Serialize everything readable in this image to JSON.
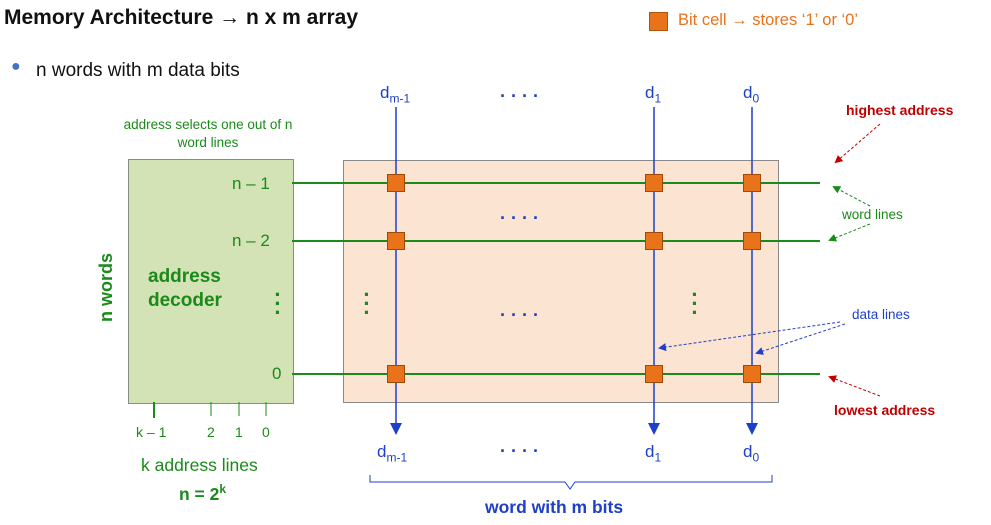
{
  "title": "Memory Architecture → n x m array",
  "legend": {
    "text": "Bit cell → stores ‘1’ or ‘0’",
    "color": "#e8731a"
  },
  "bullet": "n words with m data bits",
  "decoder": {
    "note": "address selects one out of n word lines",
    "label": "address decoder",
    "side_label": "n words",
    "rows": [
      "n – 1",
      "n – 2",
      "0"
    ],
    "address_bits": [
      "k – 1",
      "2",
      "1",
      "0"
    ],
    "address_lines_label": "k address lines",
    "n_equation_base": "n = 2",
    "n_equation_exp": "k"
  },
  "data_labels": {
    "top": {
      "dm_main": "d",
      "dm_sub": "m-1",
      "d1_main": "d",
      "d1_sub": "1",
      "d0_main": "d",
      "d0_sub": "0"
    },
    "bottom": {
      "dm_main": "d",
      "dm_sub": "m-1",
      "d1_main": "d",
      "d1_sub": "1",
      "d0_main": "d",
      "d0_sub": "0"
    }
  },
  "ellipsis": "· · · ·",
  "vdots": "· · ·",
  "word_label": "word with m bits",
  "annotations": {
    "highest": "highest  address",
    "lowest": "lowest  address",
    "word_lines": "word lines",
    "data_lines": "data lines"
  },
  "colors": {
    "cell": "#e8731a",
    "word_line": "#1a8a1a",
    "data_line": "#1f3fc8",
    "annotation_red": "#c00000"
  }
}
